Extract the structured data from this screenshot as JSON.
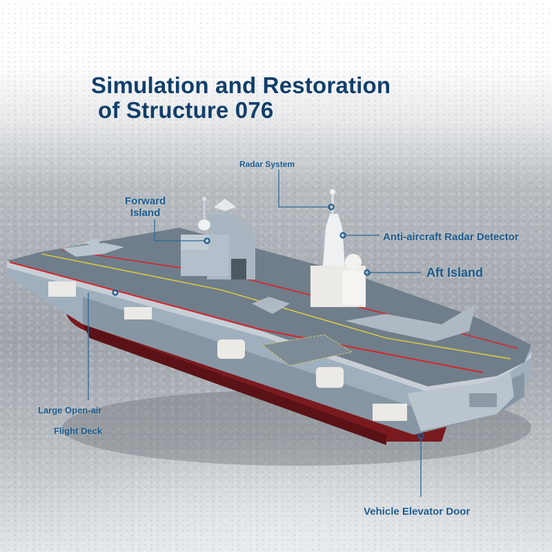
{
  "title": {
    "line1": "Simulation and Restoration",
    "line2": "of Structure 076"
  },
  "callouts": {
    "radar_system": "Radar System",
    "forward_island": {
      "line1": "Forward",
      "line2": "Island"
    },
    "anti_aircraft": "Anti-aircraft Radar Detector",
    "aft_island": "Aft Island",
    "flight_deck": {
      "line1": "Large Open-air",
      "line2": "Flight Deck"
    },
    "elevator_door": "Vehicle Elevator Door"
  },
  "colors": {
    "label_blue": "#1e5b8c",
    "title_blue": "#123f6b",
    "hull_red": "#7a1a1f",
    "deck_gray": "#6f7e8a",
    "hull_gray": "#9fafbd",
    "stripe_red": "#d8242a",
    "stripe_yellow": "#e9d23a"
  }
}
